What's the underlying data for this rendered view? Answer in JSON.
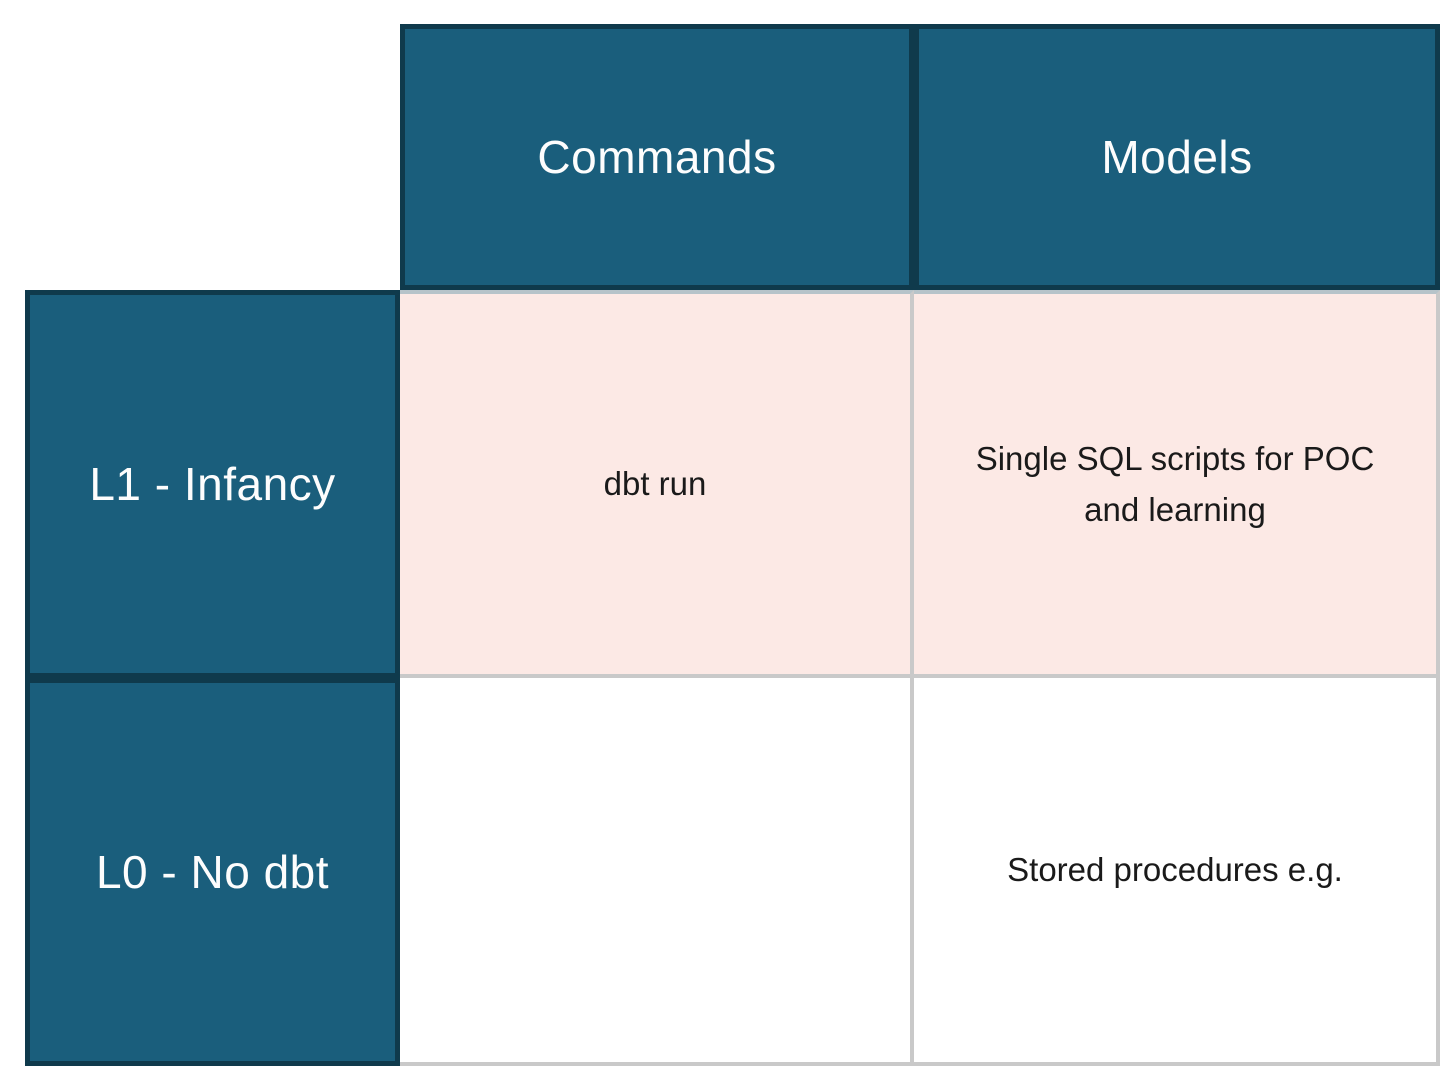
{
  "table": {
    "column_headers": [
      {
        "label": "Commands"
      },
      {
        "label": "Models"
      }
    ],
    "rows": [
      {
        "header": "L1 - Infancy",
        "highlighted": true,
        "cells": [
          {
            "text": "dbt run"
          },
          {
            "text": "Single SQL scripts for POC and learning"
          }
        ]
      },
      {
        "header": "L0 - No dbt",
        "highlighted": false,
        "cells": [
          {
            "text": ""
          },
          {
            "text": "Stored procedures e.g."
          }
        ]
      }
    ],
    "colors": {
      "header_bg": "#1a5e7c",
      "header_border": "#0f3a4c",
      "header_text": "#ffffff",
      "highlight_bg": "#fce9e5",
      "grid_line": "#c9c9c9",
      "under_header_line": "#b6c3c9",
      "body_text": "#1a1a1a",
      "page_bg": "#ffffff"
    }
  }
}
